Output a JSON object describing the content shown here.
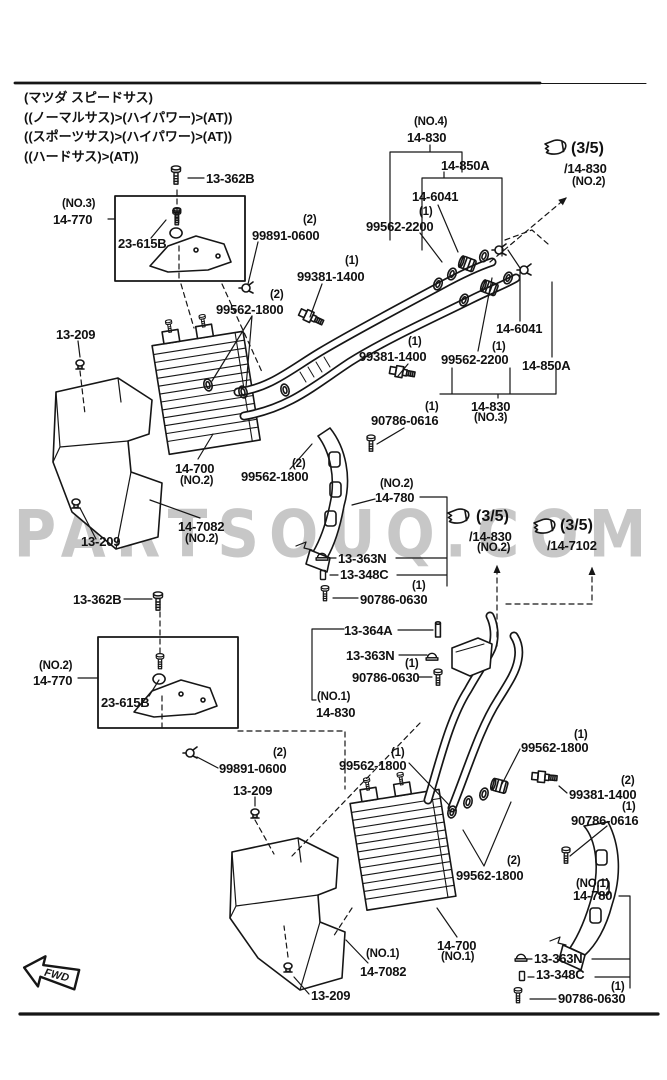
{
  "colors": {
    "line": "#161616",
    "watermark": "#c7c7c7",
    "background": "#ffffff"
  },
  "watermark": "PARTSOUQ.COM",
  "fwd_label": "FWD",
  "header": {
    "line1": "(マツダ スピードサス)",
    "line2": "((ノーマルサス)>(ハイパワー)>(AT))",
    "line3": "((スポーツサス)>(ハイパワー)>(AT))",
    "line4": "((ハードサス)>(AT))"
  },
  "parts": {
    "p13_362B": "13-362B",
    "p14_770": "14-770",
    "p23_615B": "23-615B",
    "p99891_0600": "99891-0600",
    "p99381_1400": "99381-1400",
    "p99562_1800": "99562-1800",
    "p99562_2200": "99562-2200",
    "p14_830": "14-830",
    "p14_850A": "14-850A",
    "p14_6041": "14-6041",
    "p13_209": "13-209",
    "p14_700": "14-700",
    "p14_7082": "14-7082",
    "p90786_0616": "90786-0616",
    "p14_780": "14-780",
    "p13_363N": "13-363N",
    "p13_348C": "13-348C",
    "p90786_0630": "90786-0630",
    "p13_364A": "13-364A"
  },
  "qty": {
    "q1": "(1)",
    "q2": "(2)"
  },
  "variant": {
    "no1": "(NO.1)",
    "no2": "(NO.2)",
    "no3": "(NO.3)",
    "no4": "(NO.4)"
  },
  "refs": {
    "sheet": "(3/5)",
    "r14_830": "/14-830",
    "r14_7102": "/14-7102"
  }
}
